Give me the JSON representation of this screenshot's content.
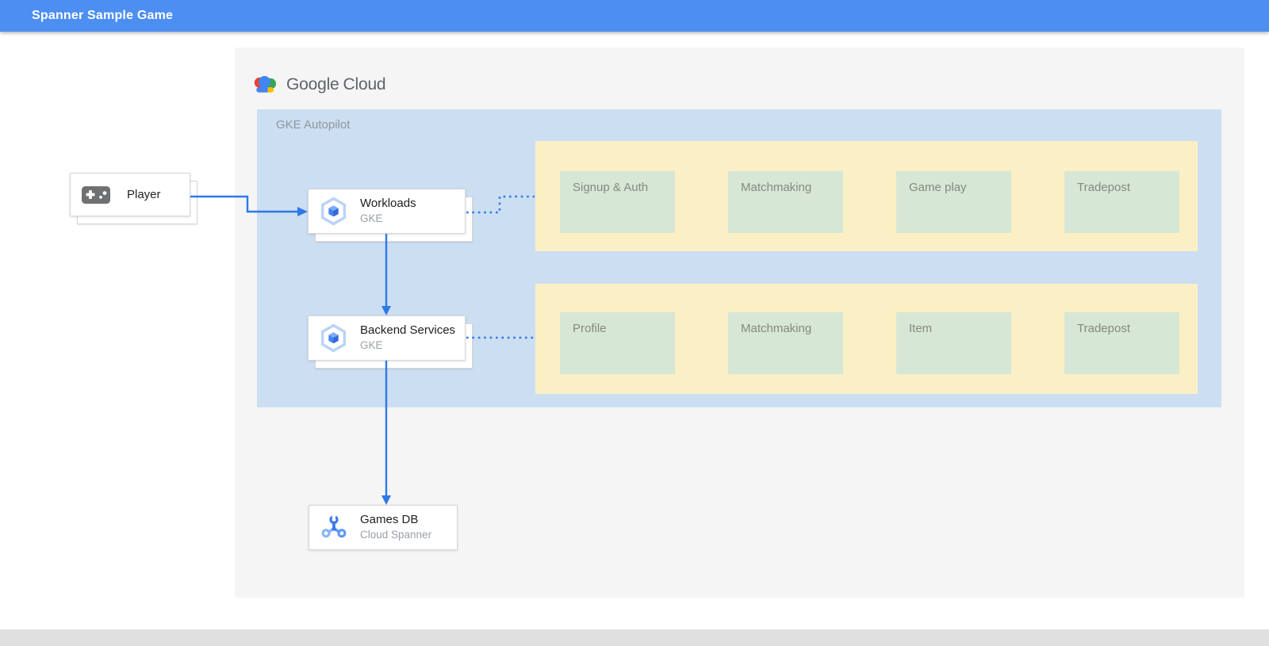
{
  "header": {
    "title": "Spanner Sample Game"
  },
  "branding": {
    "logo_icon": "google-cloud-logo-icon",
    "name_part1": "Google",
    "name_part2": "Cloud"
  },
  "diagram": {
    "zone_label": "GKE Autopilot",
    "nodes": {
      "player": {
        "label": "Player",
        "icon": "gamepad-icon"
      },
      "workloads": {
        "title": "Workloads",
        "subtitle": "GKE",
        "icon": "gke-icon"
      },
      "backend_services": {
        "title": "Backend Services",
        "subtitle": "GKE",
        "icon": "gke-icon"
      },
      "games_db": {
        "title": "Games DB",
        "subtitle": "Cloud Spanner",
        "icon": "spanner-icon"
      }
    },
    "groups": {
      "workloads_services": {
        "items": [
          "Signup & Auth",
          "Matchmaking",
          "Game play",
          "Tradepost"
        ]
      },
      "backend_service_items": {
        "items": [
          "Profile",
          "Matchmaking",
          "Item",
          "Tradepost"
        ]
      }
    }
  },
  "colors": {
    "header_bg": "#4D8EF2",
    "panel_bg": "#F5F5F6",
    "gke_zone_bg": "#CCDEF1",
    "service_group_bg": "#FBEFC5",
    "service_bg": "#D6E7D5",
    "arrow_blue": "#2E79E8",
    "google_blue": "#4285F4",
    "google_red": "#EA4335",
    "google_yellow": "#FBBC04",
    "google_green": "#34A853",
    "footer_bg": "#E0E0E0"
  }
}
